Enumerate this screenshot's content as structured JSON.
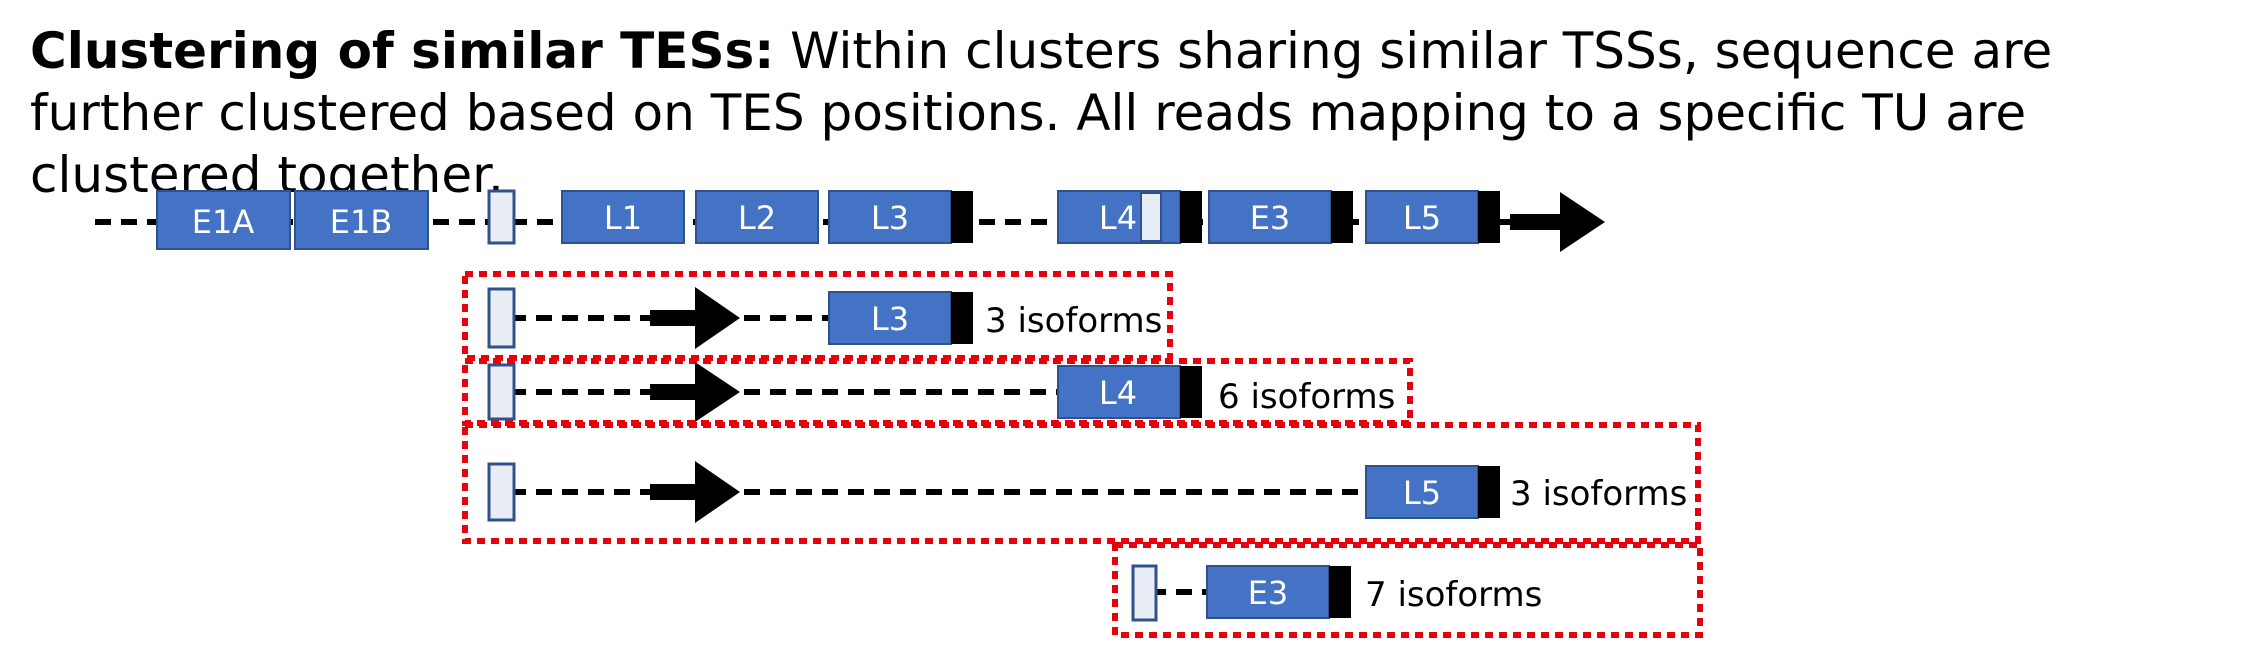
{
  "caption": {
    "bold": "Clustering of similar TESs:",
    "text": "  Within clusters sharing similar TSSs, sequence are further clustered based on TES positions. All reads mapping to a specific TU are clustered together."
  },
  "colors": {
    "exon_fill": "#4472C4",
    "exon_stroke": "#2F528F",
    "small_box_fill": "#E9EDF5",
    "terminator": "#000000",
    "cluster_border": "#E8000B"
  },
  "gene_model": {
    "exons": [
      "E1A",
      "E1B",
      "L1",
      "L2",
      "L3",
      "L4",
      "E3",
      "L5"
    ]
  },
  "clusters": [
    {
      "exon": "L3",
      "isoforms": "3 isoforms"
    },
    {
      "exon": "L4",
      "isoforms": "6 isoforms"
    },
    {
      "exon": "L5",
      "isoforms": "3 isoforms"
    },
    {
      "exon": "E3",
      "isoforms": "7 isoforms"
    }
  ]
}
